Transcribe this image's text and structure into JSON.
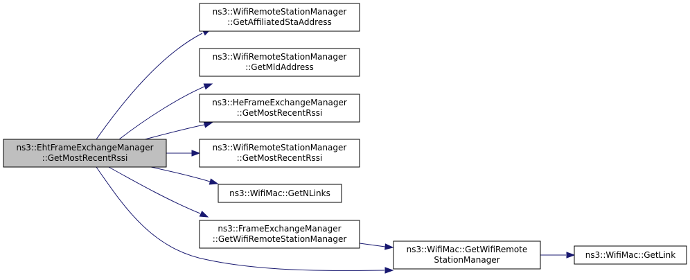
{
  "diagram": {
    "colors": {
      "edge": "#191970",
      "root_fill": "#bfbfbf",
      "node_fill": "#ffffff",
      "node_border": "#000000"
    },
    "nodes": [
      {
        "id": "root",
        "line1": "ns3::EhtFrameExchangeManager",
        "line2": "::GetMostRecentRssi",
        "highlighted": true
      },
      {
        "id": "n1",
        "line1": "ns3::WifiRemoteStationManager",
        "line2": "::GetAffiliatedStaAddress"
      },
      {
        "id": "n2",
        "line1": "ns3::WifiRemoteStationManager",
        "line2": "::GetMldAddress"
      },
      {
        "id": "n3",
        "line1": "ns3::HeFrameExchangeManager",
        "line2": "::GetMostRecentRssi"
      },
      {
        "id": "n4",
        "line1": "ns3::WifiRemoteStationManager",
        "line2": "::GetMostRecentRssi"
      },
      {
        "id": "n5",
        "line1": "ns3::WifiMac::GetNLinks"
      },
      {
        "id": "n6",
        "line1": "ns3::FrameExchangeManager",
        "line2": "::GetWifiRemoteStationManager"
      },
      {
        "id": "n7",
        "line1": "ns3::WifiMac::GetWifiRemote",
        "line2": "StationManager"
      },
      {
        "id": "n8",
        "line1": "ns3::WifiMac::GetLink"
      }
    ],
    "edges": [
      {
        "from": "root",
        "to": "n1"
      },
      {
        "from": "root",
        "to": "n2"
      },
      {
        "from": "root",
        "to": "n3"
      },
      {
        "from": "root",
        "to": "n4"
      },
      {
        "from": "root",
        "to": "n5"
      },
      {
        "from": "root",
        "to": "n6"
      },
      {
        "from": "root",
        "to": "n7"
      },
      {
        "from": "n6",
        "to": "n7"
      },
      {
        "from": "n7",
        "to": "n8"
      }
    ]
  }
}
